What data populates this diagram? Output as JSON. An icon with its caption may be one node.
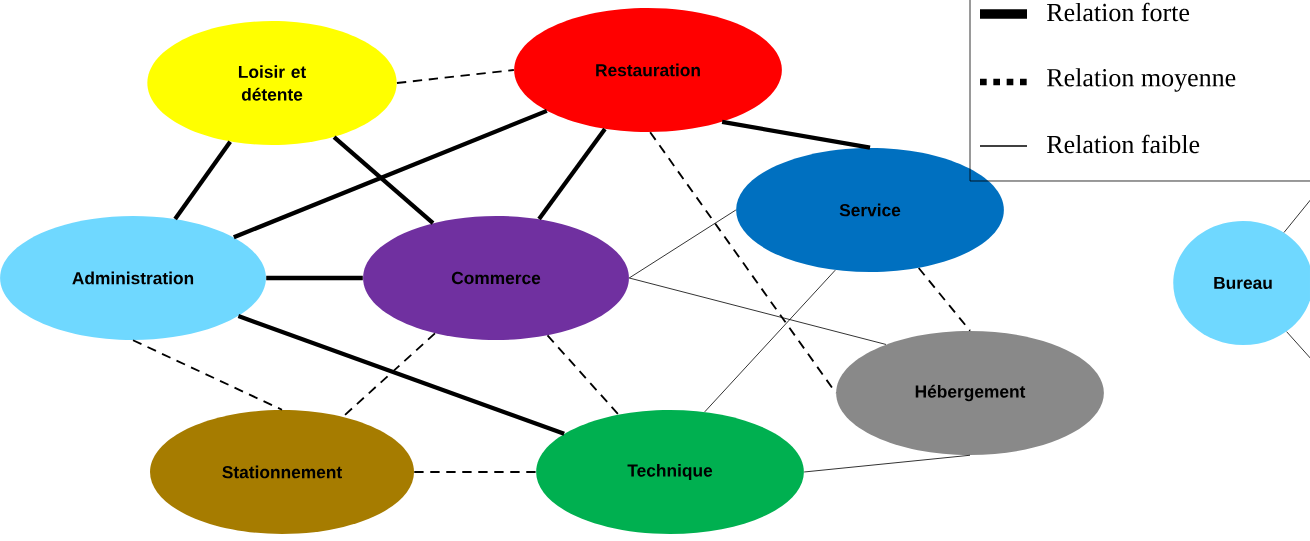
{
  "diagram": {
    "nodes": [
      {
        "text": [
          "Loisir et détente"
        ]
      },
      {
        "text": [
          "Restauration"
        ]
      },
      {
        "text": [
          "Service"
        ]
      },
      {
        "text": [
          "Administration"
        ]
      },
      {
        "text": [
          "Commerce"
        ]
      },
      {
        "text": [
          "Bureau"
        ]
      },
      {
        "text": [
          "Hébergement"
        ]
      },
      {
        "text": [
          "Stationnement"
        ]
      },
      {
        "text": [
          "Technique"
        ]
      }
    ],
    "edges": [
      {
        "from": 0,
        "to": 1,
        "arrow": "none",
        "style": "dashed"
      },
      {
        "from": 0,
        "to": 3,
        "arrow": "none",
        "style": "thick"
      },
      {
        "from": 0,
        "to": 4,
        "arrow": "none",
        "style": "thick"
      },
      {
        "from": 1,
        "to": 3,
        "arrow": "none",
        "style": "thick"
      },
      {
        "from": 1,
        "to": 4,
        "arrow": "none",
        "style": "thick"
      },
      {
        "from": 1,
        "to": 2,
        "arrow": "none",
        "style": "thick"
      },
      {
        "from": 1,
        "to": 6,
        "arrow": "none",
        "style": "dashed"
      },
      {
        "from": 3,
        "to": 4,
        "arrow": "none",
        "style": "thick"
      },
      {
        "from": 3,
        "to": 8,
        "arrow": "none",
        "style": "thick"
      },
      {
        "from": 3,
        "to": 7,
        "arrow": "none",
        "style": "dashed"
      },
      {
        "from": 4,
        "to": 7,
        "arrow": "none",
        "style": "dashed"
      },
      {
        "from": 4,
        "to": 8,
        "arrow": "none",
        "style": "dashed"
      },
      {
        "from": 4,
        "to": 2,
        "arrow": "none"
      },
      {
        "from": 4,
        "to": 6,
        "arrow": "none"
      },
      {
        "from": 2,
        "to": 8,
        "arrow": "none"
      },
      {
        "from": 2,
        "to": 6,
        "arrow": "none",
        "style": "dashed"
      },
      {
        "from": 7,
        "to": 8,
        "arrow": "none",
        "style": "dashed"
      },
      {
        "from": 8,
        "to": 6,
        "arrow": "none"
      },
      {
        "from": null,
        "to": 5,
        "arrow": "none"
      },
      {
        "from": null,
        "to": 5,
        "arrow": "none"
      }
    ],
    "legend": [
      {
        "text": "Relation forte"
      },
      {
        "text": "Relation moyenne"
      },
      {
        "text": "Relation faible"
      }
    ]
  }
}
